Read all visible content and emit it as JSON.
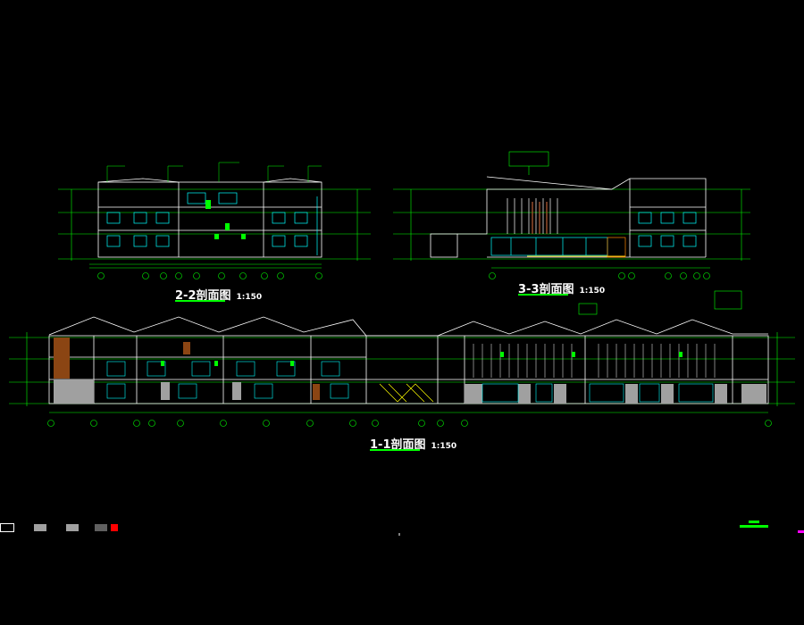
{
  "sections": {
    "s22": {
      "name": "2-2剖面图",
      "scale": "1:150"
    },
    "s33": {
      "name": "3-3剖面图",
      "scale": "1:150"
    },
    "s11": {
      "name": "1-1剖面图",
      "scale": "1:150"
    }
  },
  "colors": {
    "background": "#000000",
    "structure": "#ffffff",
    "dimension": "#00ff00",
    "window": "#00ffff",
    "wall_fill": "#a0a0a0",
    "wood": "#8b4513",
    "accent": "#ff0000",
    "mark": "#ff00ff"
  }
}
